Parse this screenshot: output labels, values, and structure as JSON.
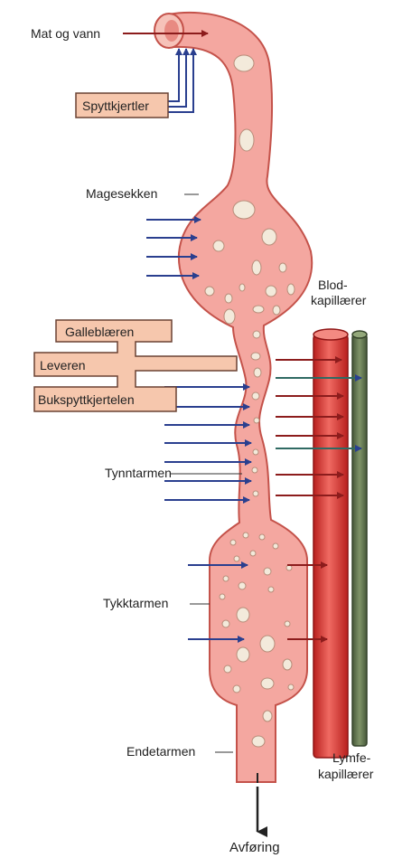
{
  "labels": {
    "food_water": "Mat og vann",
    "salivary": "Spyttkjertler",
    "stomach": "Magesekken",
    "blood_line1": "Blod-",
    "blood_line2": "kapillærer",
    "gallbladder": "Galleblæren",
    "liver": "Leveren",
    "pancreas": "Bukspyttkjertelen",
    "small_intestine": "Tynntarmen",
    "large_intestine": "Tykktarmen",
    "rectum": "Endetarmen",
    "lymph_line1": "Lymfe-",
    "lymph_line2": "kapillærer",
    "stool": "Avføring"
  },
  "colors": {
    "tract_fill": "#f4a7a0",
    "tract_stroke": "#c4524a",
    "label_box": "#f6c7ad",
    "arrow_blue": "#2a3f8f",
    "arrow_red": "#8c1c1c",
    "blood_vessel": "#e0403c",
    "lymph_vessel": "#657a50"
  }
}
